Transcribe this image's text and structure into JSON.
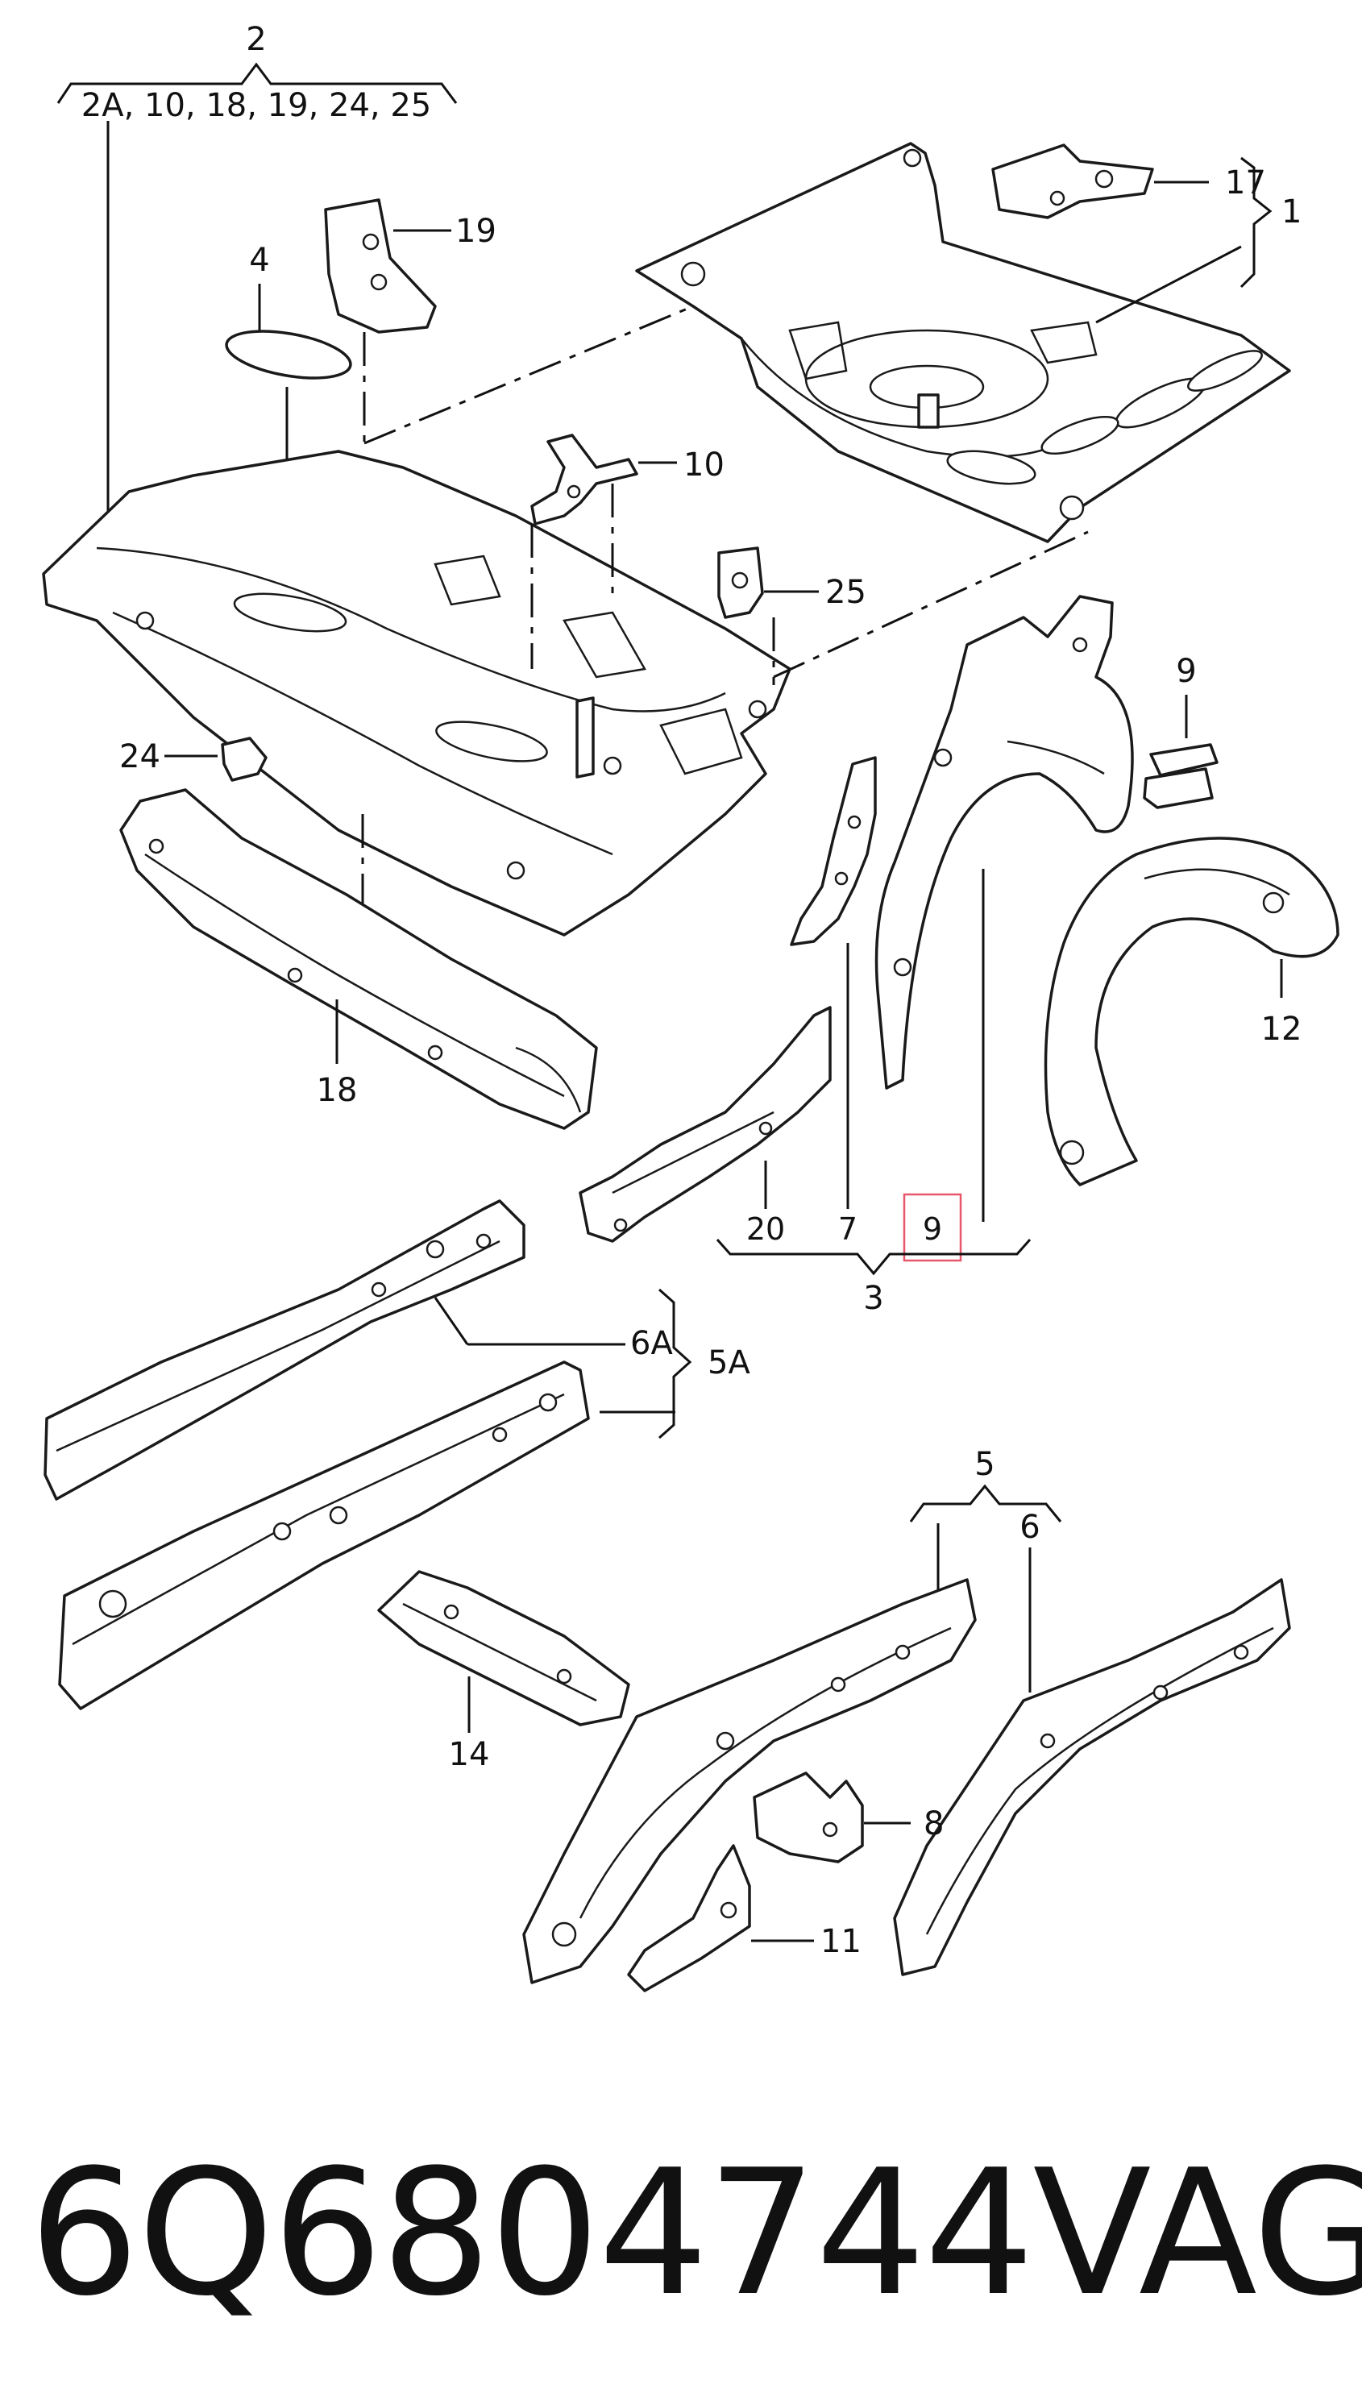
{
  "callouts": {
    "c2": "2",
    "c2_group": "2A, 10, 18, 19, 24, 25",
    "c17": "17",
    "c1": "1",
    "c19": "19",
    "c4": "4",
    "c10": "10",
    "c25": "25",
    "c9_top": "9",
    "c24": "24",
    "c12": "12",
    "c18": "18",
    "c20": "20",
    "c7": "7",
    "c9_boxed": "9",
    "c3": "3",
    "c6A": "6A",
    "c5A": "5A",
    "c5": "5",
    "c6": "6",
    "c14": "14",
    "c8": "8",
    "c11": "11"
  },
  "caption": {
    "part_number": "6Q6804744",
    "brand": "VAG"
  },
  "colors": {
    "ink": "#111111",
    "highlight": "#e8566a",
    "background": "#ffffff"
  }
}
